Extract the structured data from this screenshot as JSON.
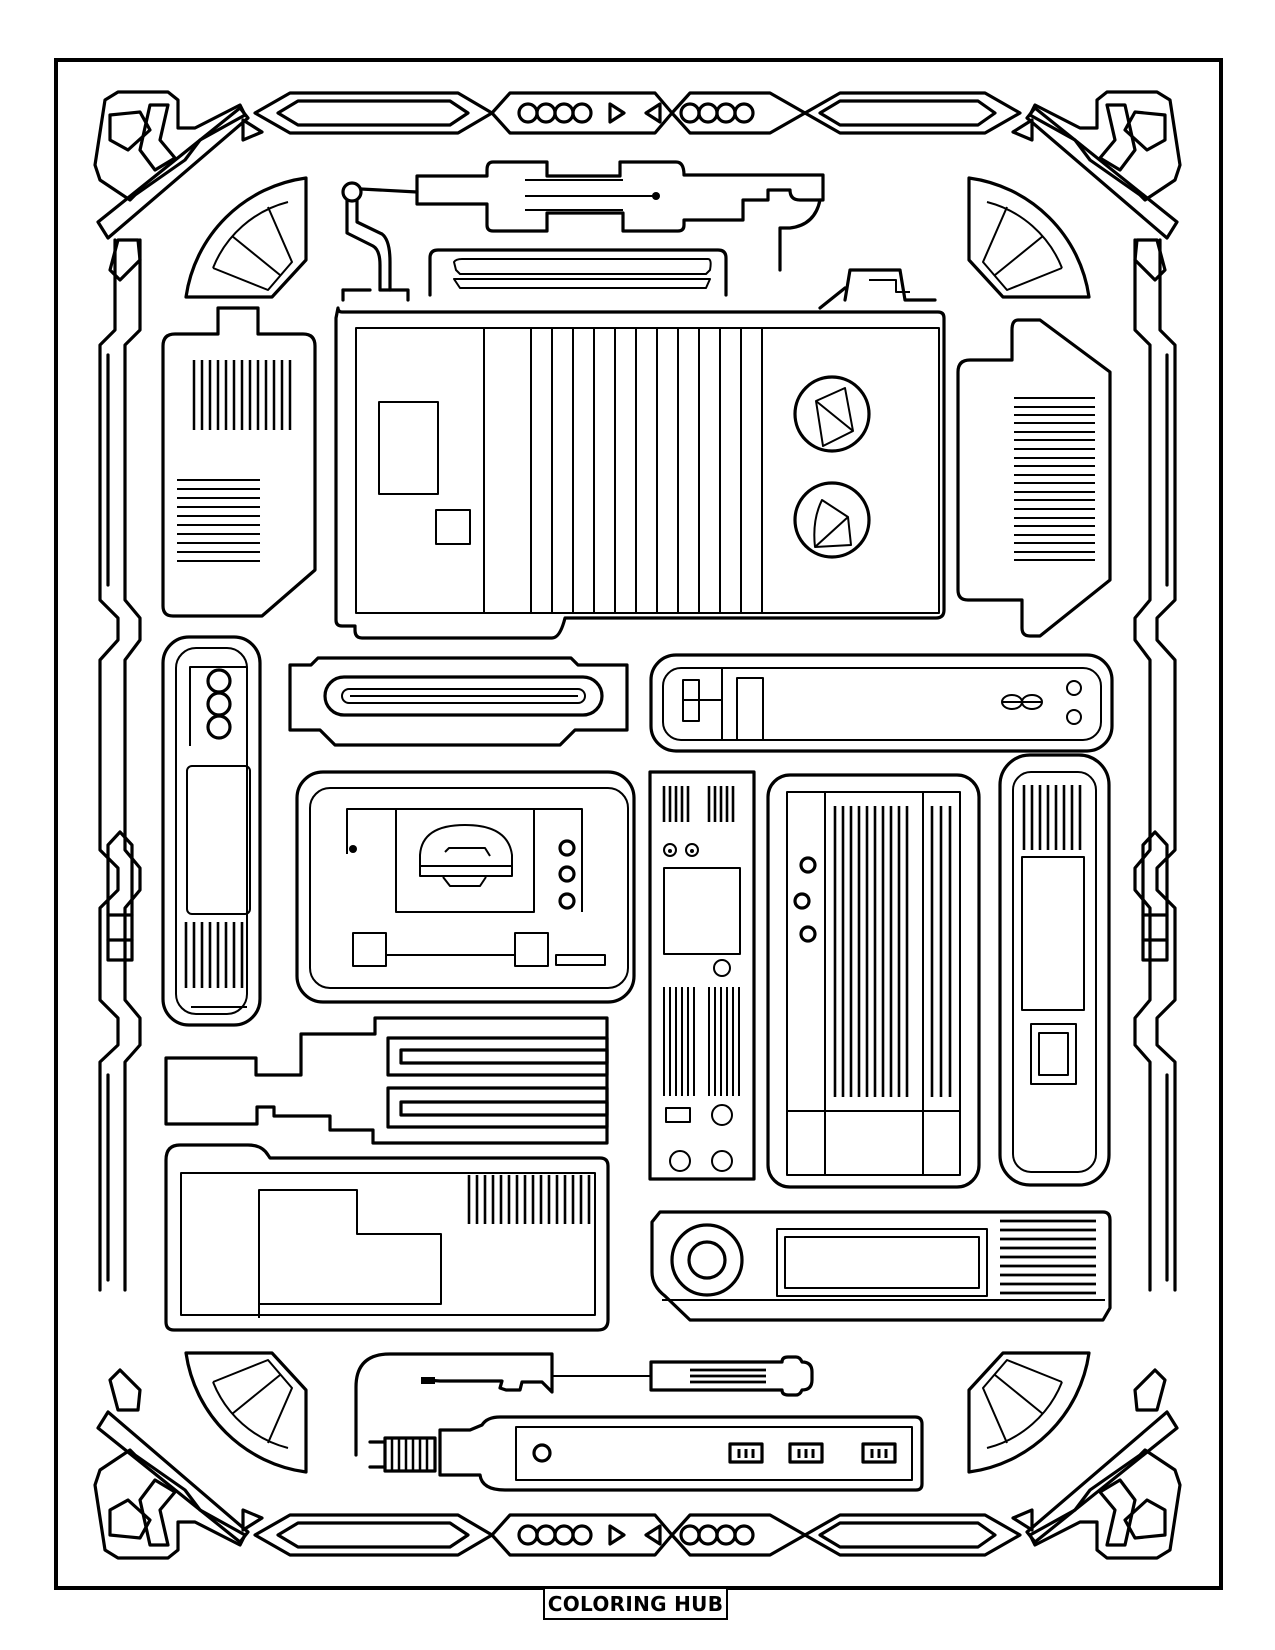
{
  "page": {
    "type": "coloring-page",
    "subject": "retro electronics / gadgets collage",
    "background_color": "#ffffff",
    "line_color": "#000000"
  },
  "branding": {
    "label": "COLORING HUB"
  },
  "frame": {
    "outer_border": "rectangle",
    "ornament": "celtic-knot corners with chain-link top and bottom bands",
    "corner_fans": 4
  },
  "devices": [
    {
      "id": "antenna-arm",
      "label": "Antenna arm assembly"
    },
    {
      "id": "tape-deck",
      "label": "Main cassette/reel deck",
      "grille_slats": 12,
      "reel_knobs": 2
    },
    {
      "id": "left-cartridge",
      "label": "Left vented cartridge"
    },
    {
      "id": "right-cartridge",
      "label": "Right vented cartridge"
    },
    {
      "id": "remote",
      "label": "Slim remote",
      "buttons": 3
    },
    {
      "id": "slot-loader",
      "label": "Slot loader"
    },
    {
      "id": "vcr-strip",
      "label": "VCR control strip"
    },
    {
      "id": "handheld-console",
      "label": "Handheld console",
      "buttons": 3
    },
    {
      "id": "rack-unit",
      "label": "Rack unit"
    },
    {
      "id": "tower-case",
      "label": "Tower case",
      "buttons": 3
    },
    {
      "id": "tall-speaker",
      "label": "Tall speaker"
    },
    {
      "id": "dual-slot-drive",
      "label": "Dual slot drive"
    },
    {
      "id": "keyboard-base",
      "label": "Keyboard base"
    },
    {
      "id": "projector",
      "label": "Projector"
    },
    {
      "id": "screwdriver",
      "label": "Screwdriver"
    },
    {
      "id": "power-strip",
      "label": "Power strip",
      "outlets": 3
    }
  ]
}
